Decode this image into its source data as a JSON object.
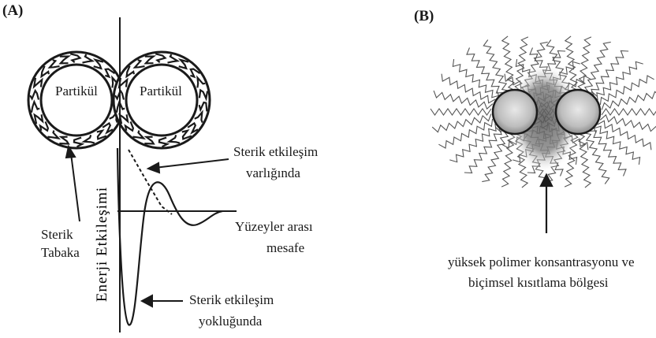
{
  "panel_a": {
    "label": "(A)",
    "particle_left": "Partikül",
    "particle_right": "Partikül",
    "steric_layer": [
      "Sterik",
      "Tabaka"
    ],
    "y_axis": "Enerji Etkileşimi",
    "with_steric": [
      "Sterik etkileşim",
      "varlığında"
    ],
    "distance": [
      "Yüzeyler arası",
      "mesafe"
    ],
    "without_steric": [
      "Sterik etkileşim",
      "yokluğunda"
    ]
  },
  "panel_b": {
    "label": "(B)",
    "caption": [
      "yüksek polimer konsantrasyonu ve",
      "biçimsel kısıtlama bölgesi"
    ]
  },
  "colors": {
    "ink": "#1a1a1a",
    "paper": "#ffffff"
  }
}
